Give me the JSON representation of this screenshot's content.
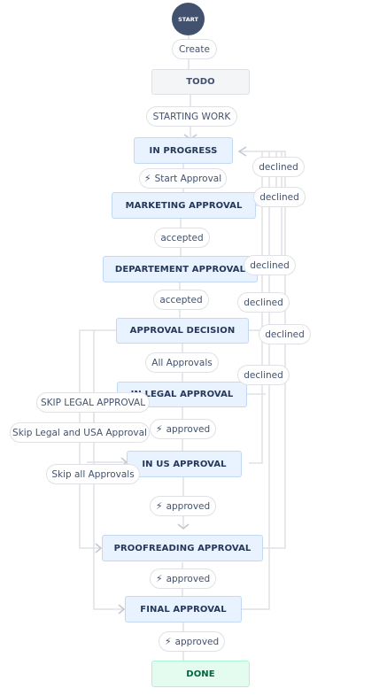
{
  "start": {
    "label": "START"
  },
  "statuses": {
    "todo": "TODO",
    "in_progress": "IN PROGRESS",
    "marketing": "MARKETING APPROVAL",
    "departement": "DEPARTEMENT APPROVAL",
    "decision": "APPROVAL DECISION",
    "legal": "IN LEGAL APPROVAL",
    "us": "IN US APPROVAL",
    "proofreading": "PROOFREADING APPROVAL",
    "final": "FINAL APPROVAL",
    "done": "DONE"
  },
  "transitions": {
    "create": "Create",
    "starting_work": "STARTING WORK",
    "start_approval": "Start Approval",
    "accepted_1": "accepted",
    "accepted_2": "accepted",
    "all_approvals": "All Approvals",
    "approved_legal": "approved",
    "approved_us": "approved",
    "approved_proof": "approved",
    "approved_final": "approved",
    "declined_1": "declined",
    "declined_2": "declined",
    "declined_3": "declined",
    "declined_4": "declined",
    "declined_5": "declined",
    "declined_6": "declined",
    "skip_legal": "SKIP LEGAL APPROVAL",
    "skip_legal_usa": "Skip Legal and USA Approval",
    "skip_all": "Skip all Approvals"
  },
  "icons": {
    "trigger": "lightning-bolt-icon"
  },
  "colors": {
    "todo": "#f4f5f7",
    "in_progress": "#e9f2ff",
    "done": "#e3fcef",
    "start": "#42526e",
    "line": "#dfe1e6"
  }
}
